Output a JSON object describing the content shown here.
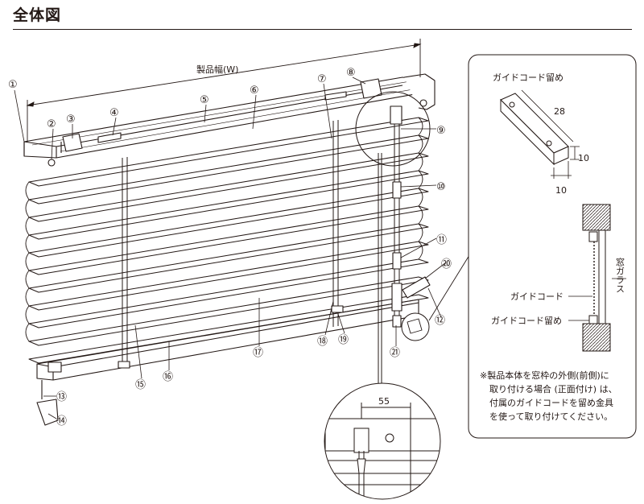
{
  "title": "全体図",
  "width_label": "製品幅(W)",
  "callouts": [
    "①",
    "②",
    "③",
    "④",
    "⑤",
    "⑥",
    "⑦",
    "⑧",
    "⑨",
    "⑩",
    "⑪",
    "⑫",
    "⑬",
    "⑭",
    "⑮",
    "⑯",
    "⑰",
    "⑱",
    "⑲",
    "⑳",
    "㉑"
  ],
  "detail_dimension": "55",
  "inset": {
    "clip_title": "ガイドコード留め",
    "dim_length": "28",
    "dim_height": "10",
    "dim_width": "10",
    "window_glass": "窓ガラス",
    "guide_cord": "ガイドコード",
    "guide_cord_clip": "ガイドコード留め",
    "note_lines": [
      "※製品本体を窓枠の外側(前側)に",
      "取り付ける場合 (正面付け) は、",
      "付属のガイドコードを留め金具",
      "を使って取り付けてください。"
    ]
  },
  "colors": {
    "line": "#231815",
    "fill": "#ffffff",
    "shade": "#e8e8e8"
  }
}
